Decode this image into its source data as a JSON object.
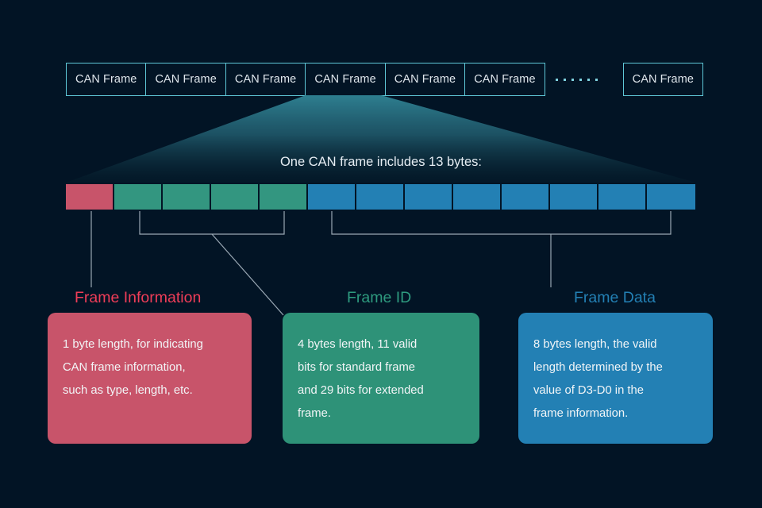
{
  "background_color": "#021425",
  "frame_row": {
    "frames": [
      {
        "label": "CAN Frame"
      },
      {
        "label": "CAN Frame"
      },
      {
        "label": "CAN Frame"
      },
      {
        "label": "CAN Frame"
      },
      {
        "label": "CAN Frame"
      },
      {
        "label": "CAN Frame"
      }
    ],
    "ellipsis": "· · · · · ·",
    "trailing_frame": {
      "label": "CAN Frame"
    },
    "border_color": "#5ec8d8"
  },
  "caption": "One CAN frame includes 13 bytes:",
  "byte_strip": {
    "total_bytes": 13,
    "segments": [
      {
        "name": "frame-information",
        "bytes": 1,
        "color": "#c8546a"
      },
      {
        "name": "frame-id",
        "bytes": 4,
        "color": "#339680"
      },
      {
        "name": "frame-data",
        "bytes": 8,
        "color": "#2380b4"
      }
    ]
  },
  "sections": {
    "info": {
      "heading": "Frame Information",
      "heading_color": "#ef3d58",
      "card_color": "#c8546a",
      "lines": [
        "1 byte length,  for indicating",
        "CAN frame information,",
        "such as type, length, etc."
      ]
    },
    "id": {
      "heading": "Frame ID",
      "heading_color": "#2e9b7f",
      "card_color": "#2e9278",
      "lines": [
        "4 bytes length, 11 valid",
        "bits for standard frame",
        "and 29 bits for extended",
        "frame."
      ]
    },
    "data": {
      "heading": "Frame Data",
      "heading_color": "#2380b4",
      "card_color": "#2380b4",
      "lines": [
        "8 bytes length, the valid",
        "length determined by the",
        "value of D3-D0 in the",
        "frame information."
      ]
    }
  }
}
